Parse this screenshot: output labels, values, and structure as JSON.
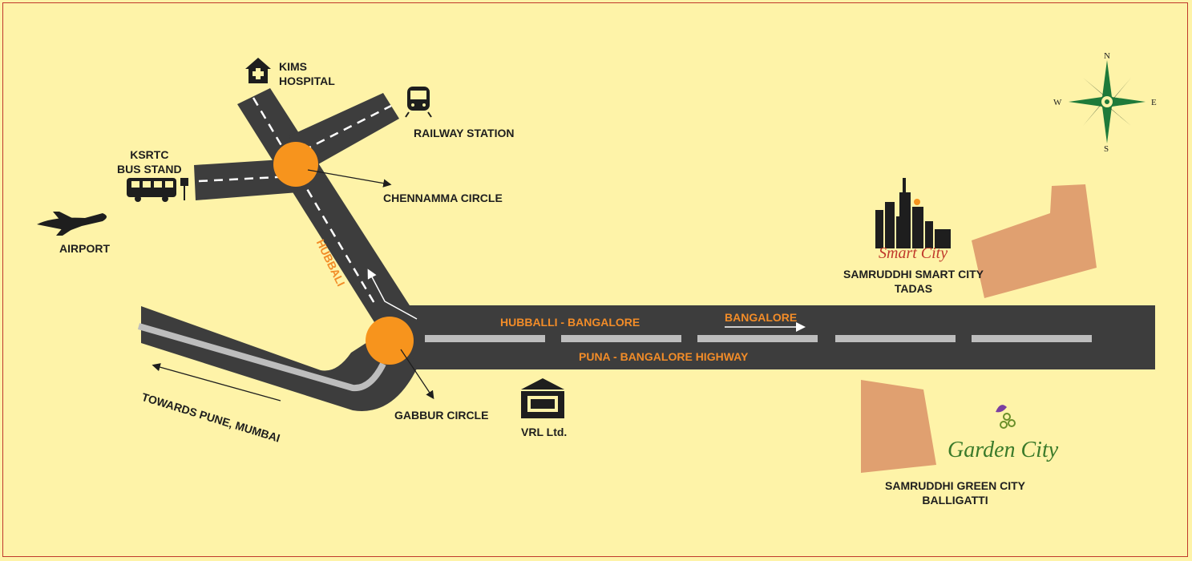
{
  "colors": {
    "background": "#fef3a8",
    "road": "#3d3d3d",
    "lane_mark": "#ffffff",
    "highway_stripe": "#bdbdbd",
    "circle": "#f7941d",
    "plot": "#e0a070",
    "road_label": "#f28c28",
    "text": "#1e1e1e",
    "compass": "#1f7a3a"
  },
  "landmarks": {
    "kims_hospital": "KIMS\nHOSPITAL",
    "railway_station": "RAILWAY STATION",
    "ksrtc_bus_stand": "KSRTC\nBUS STAND",
    "chennamma_circle": "CHENNAMMA CIRCLE",
    "airport": "AIRPORT",
    "towards_pune": "TOWARDS PUNE, MUMBAI",
    "gabbur_circle": "GABBUR CIRCLE",
    "vrl": "VRL Ltd.",
    "smart_city": "SAMRUDDHI SMART CITY\nTADAS",
    "green_city": "SAMRUDDHI GREEN CITY\nBALLIGATTI"
  },
  "roads": {
    "hubbali": "HUBBALI",
    "hubballi_bangalore": "HUBBALLI  - BANGALORE",
    "bangalore": "BANGALORE",
    "highway": "PUNA - BANGALORE HIGHWAY"
  },
  "logos": {
    "smart_city": "Smart City",
    "garden_city": "Garden City"
  },
  "compass": {
    "n": "N",
    "s": "S",
    "e": "E",
    "w": "W"
  },
  "icons": [
    "hospital-icon",
    "train-icon",
    "bus-icon",
    "airplane-icon",
    "building-icon",
    "compass-rose-icon"
  ]
}
